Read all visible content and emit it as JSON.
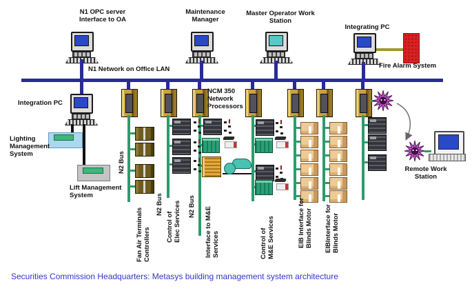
{
  "caption": "Securities Commission Headquarters: Metasys building management system architecture",
  "colors": {
    "n1_bus": "#2a2a99",
    "n2_bus": "#2e9b6e",
    "ncm_body": "#c9a23f",
    "fire_alarm_box": "#d92121",
    "modem_star": "#c94fc9",
    "caption_text": "#3333cc"
  },
  "labels": {
    "n1_network": "N1 Network on Office LAN",
    "ncm": "NCM 350\nNetwork\nProcessors",
    "opc_server": "N1 OPC server\nInterface to OA",
    "maintenance": "Maintenance\nManager",
    "master_station": "Master Operator Work\nStation",
    "integrating_pc": "Integrating PC",
    "fire_alarm": "Fire Alarm System",
    "integration_pc": "Integration PC",
    "lighting": "Lighting\nManagement\nSystem",
    "lift": "Lift Management\nSystem",
    "n2_bus_1": "N2 Bus",
    "n2_bus_2": "N2 Bus",
    "n2_bus_3": "N2 Bus",
    "fan_air": "Fan Air Terminals\nControllers",
    "elec_services": "Control of\nElec Services",
    "interface_me": "Interface to M&E\nServices",
    "control_me": "Control of\nM&E Services",
    "eib_1": "EIB Interface for\nBlinds Motor",
    "eib_2": "EIBInterface for\nBlinds Motor",
    "remote_station": "Remote Work\nStation"
  }
}
